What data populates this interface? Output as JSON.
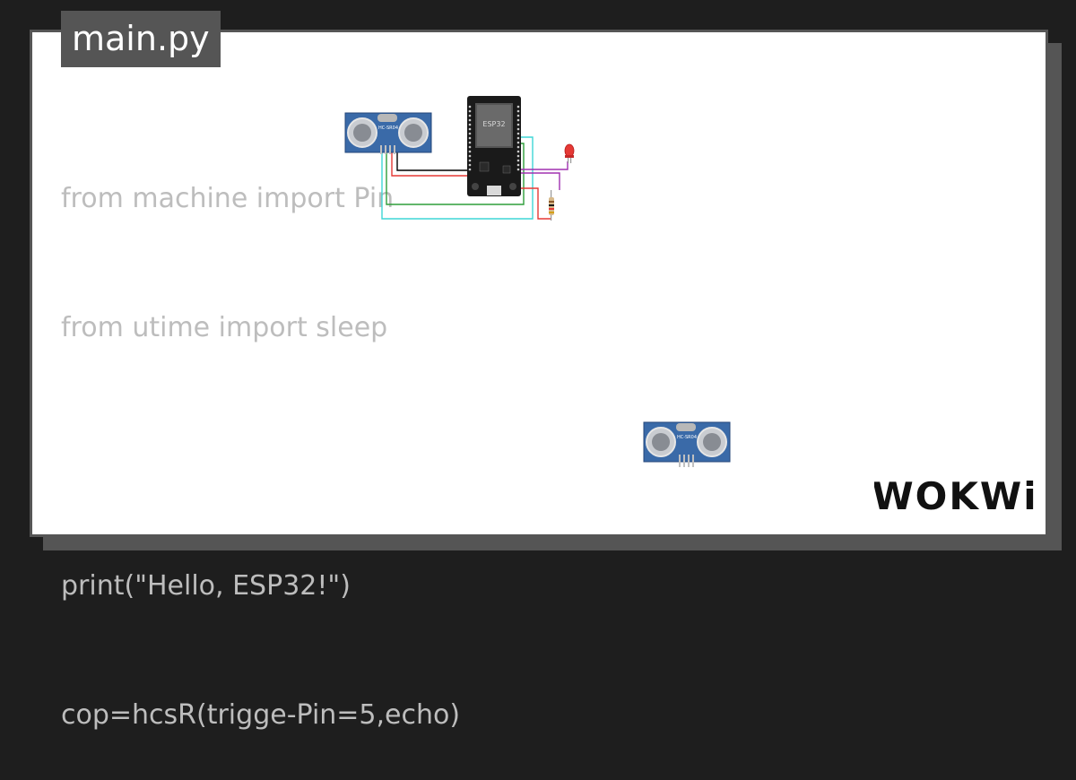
{
  "file_tab": {
    "label": "main.py"
  },
  "code_lines": [
    "from machine import Pin",
    "from utime import sleep",
    "",
    "print(\"Hello, ESP32!\")",
    "cop=hcsR(trigge-Pin=5,echo)"
  ],
  "board": {
    "label": "ESP32"
  },
  "sensors": {
    "label": "HC-SR04"
  },
  "brand": {
    "name": "WOKWi"
  },
  "colors": {
    "frame": "#555555",
    "board": "#1a1a1a",
    "sensor": "#3a6aa8",
    "wire_black": "#000000",
    "wire_red": "#e53935",
    "wire_green": "#2e9e3a",
    "wire_cyan": "#3fd6d6",
    "wire_purple": "#a030b0",
    "led": "#e53935"
  },
  "icons": [
    "ultrasonic-sensor-icon",
    "esp32-board-icon",
    "led-icon",
    "resistor-icon",
    "wokwi-logo-icon"
  ]
}
